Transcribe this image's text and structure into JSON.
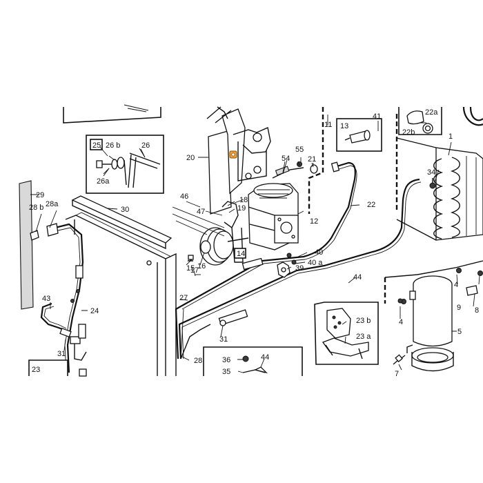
{
  "diagram": {
    "highlight_color": "#f2a03a",
    "labels": {
      "l1": "1",
      "l4a": "4",
      "l4b": "4",
      "l5": "5",
      "l7": "7",
      "l8": "8",
      "l9": "9",
      "l11": "11",
      "l12": "12",
      "l13": "13",
      "l14": "14",
      "l15": "15",
      "l16": "16",
      "l17": "17",
      "l18": "18",
      "l19": "19",
      "l20": "20",
      "l21": "21",
      "l22": "22",
      "l22a": "22a",
      "l22b": "22b",
      "l23": "23",
      "l23a": "23 a",
      "l23b": "23 b",
      "l24": "24",
      "l25": "25",
      "l26": "26",
      "l26a": "26a",
      "l26b": "26 b",
      "l27": "27",
      "l28": "28",
      "l28a": "28a",
      "l28b": "28 b",
      "l29": "29",
      "l30": "30",
      "l31a": "31",
      "l31b": "31",
      "l34": "34",
      "l35": "35",
      "l36": "36",
      "l39": "39",
      "l40": "40",
      "l40a": "40 a",
      "l41": "41",
      "l43": "43",
      "l44a": "44",
      "l44b": "44",
      "l46": "46",
      "l47": "47",
      "l54": "54",
      "l55": "55"
    }
  }
}
